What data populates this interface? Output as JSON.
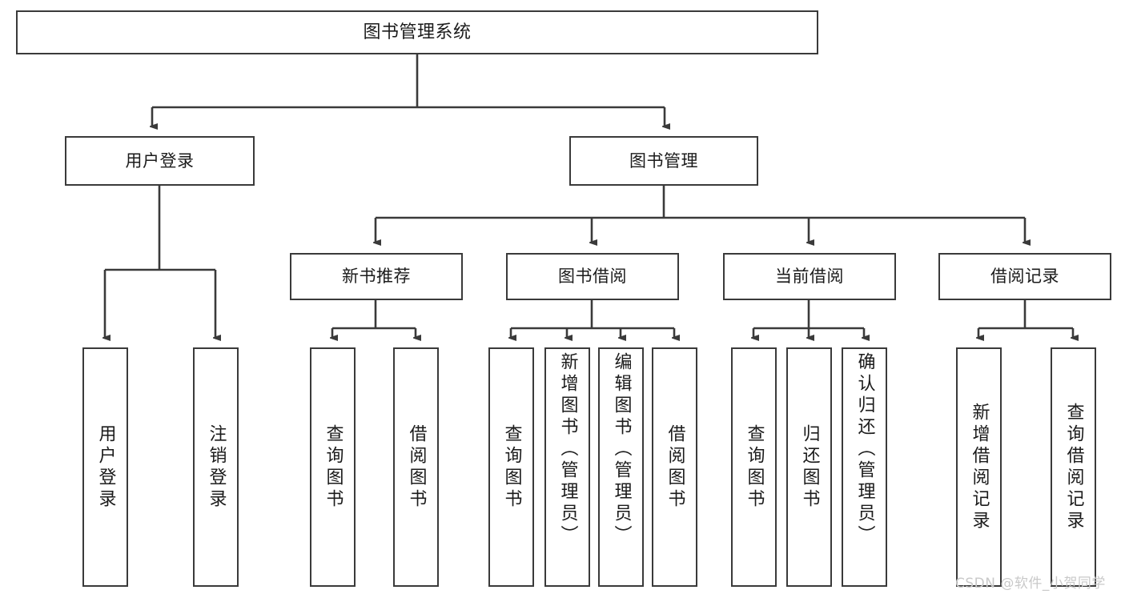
{
  "diagram": {
    "type": "tree",
    "title": "图书管理系统",
    "root": {
      "label": "图书管理系统"
    },
    "level2": [
      {
        "label": "用户登录"
      },
      {
        "label": "图书管理"
      }
    ],
    "level3": [
      {
        "label": "新书推荐"
      },
      {
        "label": "图书借阅"
      },
      {
        "label": "当前借阅"
      },
      {
        "label": "借阅记录"
      }
    ],
    "leaves": {
      "user_login": [
        {
          "label": "用户登录"
        },
        {
          "label": "注销登录"
        }
      ],
      "new_book_recommend": [
        {
          "label": "查询图书"
        },
        {
          "label": "借阅图书"
        }
      ],
      "book_borrow": [
        {
          "label": "查询图书"
        },
        {
          "label": "新增图书（管理员）"
        },
        {
          "label": "编辑图书（管理员）"
        },
        {
          "label": "借阅图书"
        }
      ],
      "current_borrow": [
        {
          "label": "查询图书"
        },
        {
          "label": "归还图书"
        },
        {
          "label": "确认归还（管理员）"
        }
      ],
      "borrow_record": [
        {
          "label": "新增借阅记录"
        },
        {
          "label": "查询借阅记录"
        }
      ]
    }
  },
  "watermark": {
    "text": "CSDN @软件_小贺同学"
  },
  "colors": {
    "stroke": "#3a3a3a",
    "fill": "#ffffff",
    "text": "#1b1b1b",
    "watermark": "#c9c9c9"
  }
}
